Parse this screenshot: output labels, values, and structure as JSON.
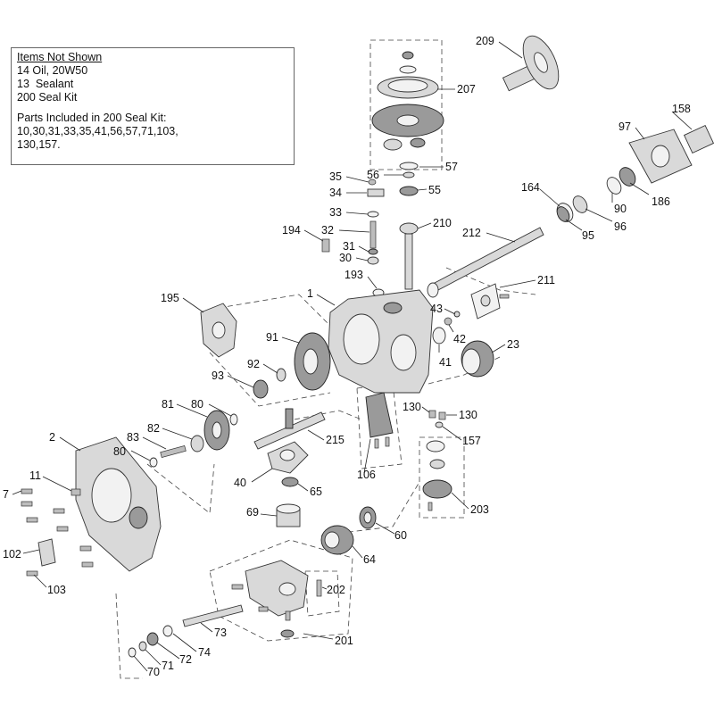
{
  "notes": {
    "title": "Items Not Shown",
    "items": [
      "14 Oil, 20W50",
      "13  Sealant",
      "200 Seal Kit"
    ],
    "included_heading": "Parts Included in 200 Seal Kit:",
    "included_lines": [
      "10,30,31,33,35,41,56,57,71,103,",
      "130,157."
    ]
  },
  "callouts": [
    "209",
    "207",
    "158",
    "97",
    "57",
    "56",
    "55",
    "35",
    "34",
    "33",
    "32",
    "31",
    "30",
    "210",
    "194",
    "193",
    "164",
    "90",
    "186",
    "96",
    "95",
    "212",
    "211",
    "1",
    "43",
    "42",
    "41",
    "23",
    "195",
    "91",
    "92",
    "93",
    "81",
    "80",
    "82",
    "83",
    "80",
    "2",
    "11",
    "7",
    "102",
    "103",
    "215",
    "40",
    "65",
    "130",
    "130",
    "157",
    "106",
    "203",
    "69",
    "60",
    "64",
    "202",
    "201",
    "73",
    "74",
    "72",
    "71",
    "70"
  ]
}
